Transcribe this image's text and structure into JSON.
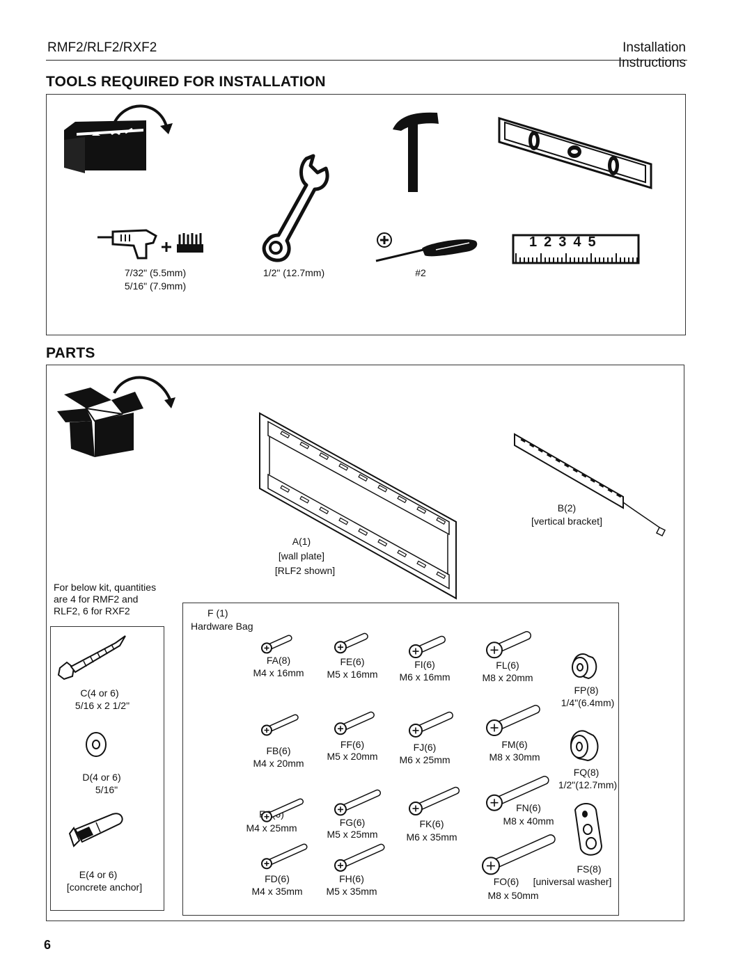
{
  "header": {
    "model": "RMF2/RLF2/RXF2",
    "doc_type": "Installation Instructions"
  },
  "tools_section": {
    "title": "TOOLS REQUIRED FOR INSTALLATION",
    "drill_sizes": [
      "7/32\" (5.5mm)",
      "5/16\" (7.9mm)"
    ],
    "wrench_size": "1/2\" (12.7mm)",
    "screwdriver_size": "#2",
    "ruler_numbers": [
      "1",
      "2",
      "3",
      "4",
      "5"
    ]
  },
  "parts_section": {
    "title": "PARTS",
    "wall_plate": {
      "id": "A(1)",
      "name": "[wall plate]",
      "note": "[RLF2 shown]"
    },
    "vertical_bracket": {
      "id": "B(2)",
      "name": "[vertical bracket]"
    },
    "kit_note": [
      "For below kit, quantities",
      "are 4 for RMF2 and",
      "RLF2, 6 for RXF2"
    ],
    "kit_items": [
      {
        "id": "C(4 or 6)",
        "size": "5/16 x 2 1/2\""
      },
      {
        "id": "D(4 or 6)",
        "size": "5/16\""
      },
      {
        "id": "E(4 or 6)",
        "size": "[concrete anchor]"
      }
    ],
    "hardware_bag": {
      "id": "F (1)",
      "name": "Hardware Bag",
      "items": [
        {
          "id": "FA(8)",
          "size": "M4 x 16mm"
        },
        {
          "id": "FE(6)",
          "size": "M5 x 16mm"
        },
        {
          "id": "FI(6)",
          "size": "M6 x 16mm"
        },
        {
          "id": "FL(6)",
          "size": "M8 x 20mm"
        },
        {
          "id": "FP(8)",
          "size": "1/4\"(6.4mm)"
        },
        {
          "id": "FB(6)",
          "size": "M4 x 20mm"
        },
        {
          "id": "FF(6)",
          "size": "M5 x 20mm"
        },
        {
          "id": "FJ(6)",
          "size": "M6 x 25mm"
        },
        {
          "id": "FM(6)",
          "size": "M8 x 30mm"
        },
        {
          "id": "FQ(8)",
          "size": "1/2\"(12.7mm)"
        },
        {
          "id": "FC(6)",
          "size": "M4 x 25mm"
        },
        {
          "id": "FG(6)",
          "size": "M5 x 25mm"
        },
        {
          "id": "FK(6)",
          "size": "M6 x 35mm"
        },
        {
          "id": "FN(6)",
          "size": "M8 x 40mm"
        },
        {
          "id": "FS(8)",
          "size": "[universal washer]"
        },
        {
          "id": "FD(6)",
          "size": "M4 x 35mm"
        },
        {
          "id": "FH(6)",
          "size": "M5 x 35mm"
        },
        {
          "id": "FO(6)",
          "size": "M8 x 50mm"
        }
      ]
    }
  },
  "page_number": "6"
}
